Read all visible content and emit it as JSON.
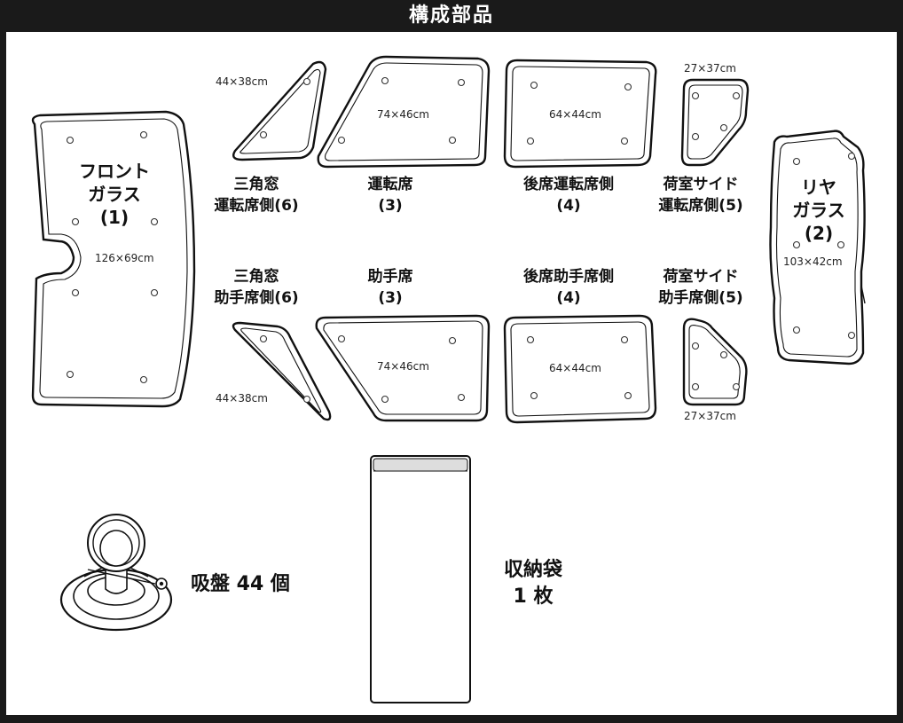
{
  "title": "構成部品",
  "parts": {
    "front": {
      "name1": "フロント",
      "name2": "ガラス",
      "num": "(1)",
      "size": "126×69cm"
    },
    "rear": {
      "name1": "リヤ",
      "name2": "ガラス",
      "num": "(2)",
      "size": "103×42cm"
    },
    "tri_driver": {
      "name1": "三角窓",
      "name2": "運転席側(6)",
      "size": "44×38cm"
    },
    "tri_passenger": {
      "name1": "三角窓",
      "name2": "助手席側(6)",
      "size": "44×38cm"
    },
    "driver": {
      "name1": "運転席",
      "num": "(3)",
      "size": "74×46cm"
    },
    "passenger": {
      "name1": "助手席",
      "num": "(3)",
      "size": "74×46cm"
    },
    "rear_driver": {
      "name1": "後席運転席側",
      "num": "(4)",
      "size": "64×44cm"
    },
    "rear_passenger": {
      "name1": "後席助手席側",
      "num": "(4)",
      "size": "64×44cm"
    },
    "cargo_driver": {
      "name1": "荷室サイド",
      "name2": "運転席側(5)",
      "size": "27×37cm"
    },
    "cargo_passenger": {
      "name1": "荷室サイド",
      "name2": "助手席側(5)",
      "size": "27×37cm"
    }
  },
  "suction": {
    "label": "吸盤 44 個"
  },
  "bag": {
    "label1": "収納袋",
    "label2": "1 枚"
  }
}
